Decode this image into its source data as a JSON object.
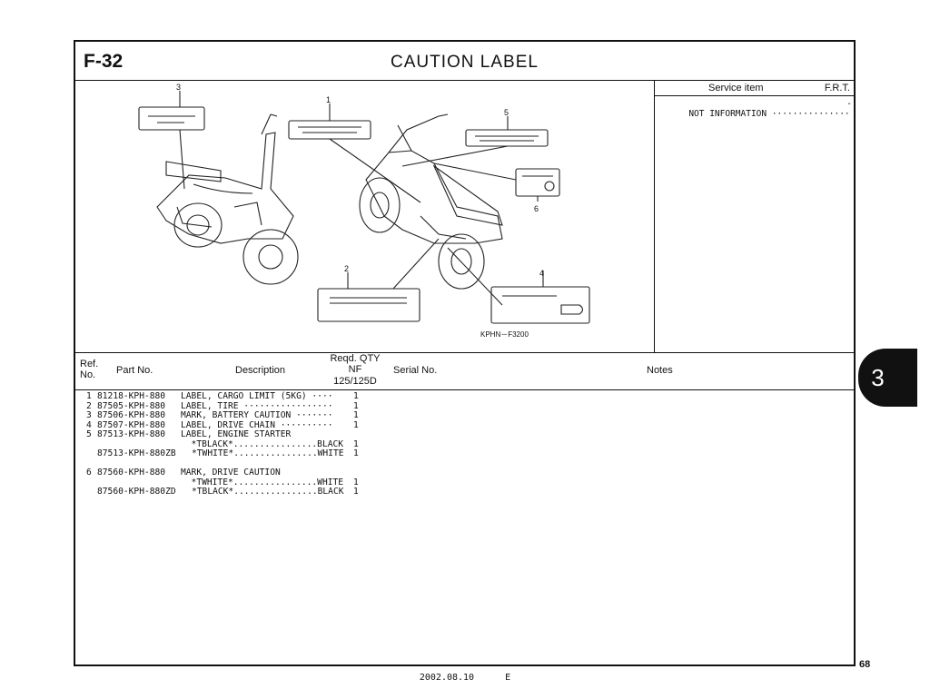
{
  "header": {
    "figure_code": "F-32",
    "title": "CAUTION LABEL"
  },
  "illustration": {
    "callouts": [
      "1",
      "2",
      "3",
      "4",
      "5",
      "6"
    ],
    "drawing_code": "KPHN－F3200"
  },
  "service": {
    "col_item": "Service item",
    "col_frt": "F.R.T.",
    "rows": [
      {
        "text": "NOT INFORMATION ···············",
        "frt": "-"
      }
    ]
  },
  "table_header": {
    "ref_no": "Ref.\nNo.",
    "part_no": "Part No.",
    "description": "Description",
    "reqd_qty": "Reqd. QTY",
    "nf": "NF",
    "model": "125/125D",
    "serial_no": "Serial No.",
    "notes": "Notes"
  },
  "parts": [
    {
      "ref": "1",
      "part": "81218-KPH-880",
      "desc": "LABEL, CARGO LIMIT (5KG) ····",
      "qty": "1"
    },
    {
      "ref": "2",
      "part": "87505-KPH-880",
      "desc": "LABEL, TIRE ·················",
      "qty": "1"
    },
    {
      "ref": "3",
      "part": "87506-KPH-880",
      "desc": "MARK, BATTERY CAUTION ·······",
      "qty": "1"
    },
    {
      "ref": "4",
      "part": "87507-KPH-880",
      "desc": "LABEL, DRIVE CHAIN ··········",
      "qty": "1"
    },
    {
      "ref": "5",
      "part": "87513-KPH-880",
      "desc": "LABEL, ENGINE STARTER",
      "qty": ""
    },
    {
      "ref": "",
      "part": "",
      "desc": "  *TBLACK*................BLACK",
      "qty": "1"
    },
    {
      "ref": "",
      "part": "87513-KPH-880ZB",
      "desc": "*TWHITE*................WHITE",
      "qty": "1"
    },
    {
      "ref": "",
      "part": "",
      "desc": "",
      "qty": ""
    },
    {
      "ref": "6",
      "part": "87560-KPH-880",
      "desc": "MARK, DRIVE CAUTION",
      "qty": ""
    },
    {
      "ref": "",
      "part": "",
      "desc": "  *TWHITE*................WHITE",
      "qty": "1"
    },
    {
      "ref": "",
      "part": "87560-KPH-880ZD",
      "desc": "*TBLACK*................BLACK",
      "qty": "1"
    }
  ],
  "footer": {
    "date": "2002.08.10",
    "edition": "E"
  },
  "page_number": "68",
  "section_tab": "3"
}
